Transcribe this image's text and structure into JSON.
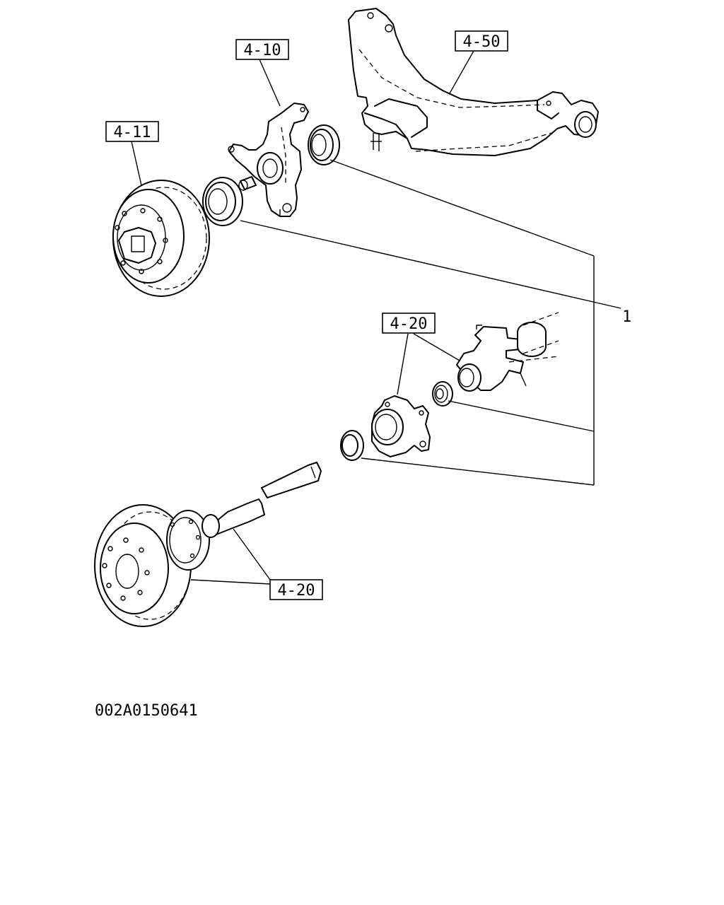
{
  "callouts": {
    "ref_4_10": "4-10",
    "ref_4_11": "4-11",
    "ref_4_50": "4-50",
    "ref_4_20_upper": "4-20",
    "ref_4_20_lower": "4-20",
    "part_1": "1"
  },
  "drawing_number": "002A0150641"
}
